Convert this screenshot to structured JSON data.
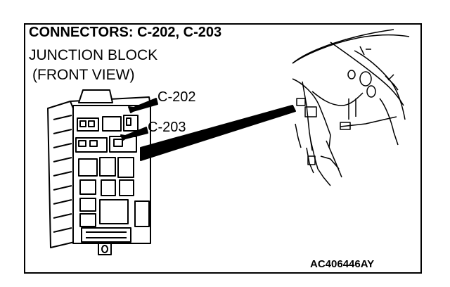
{
  "title": "CONNECTORS: C-202, C-203",
  "subtitle_line1": "JUNCTION BLOCK",
  "subtitle_line2": "(FRONT VIEW)",
  "callouts": {
    "c202": "C-202",
    "c203": "C-203"
  },
  "figure_code": "AC406446AY"
}
